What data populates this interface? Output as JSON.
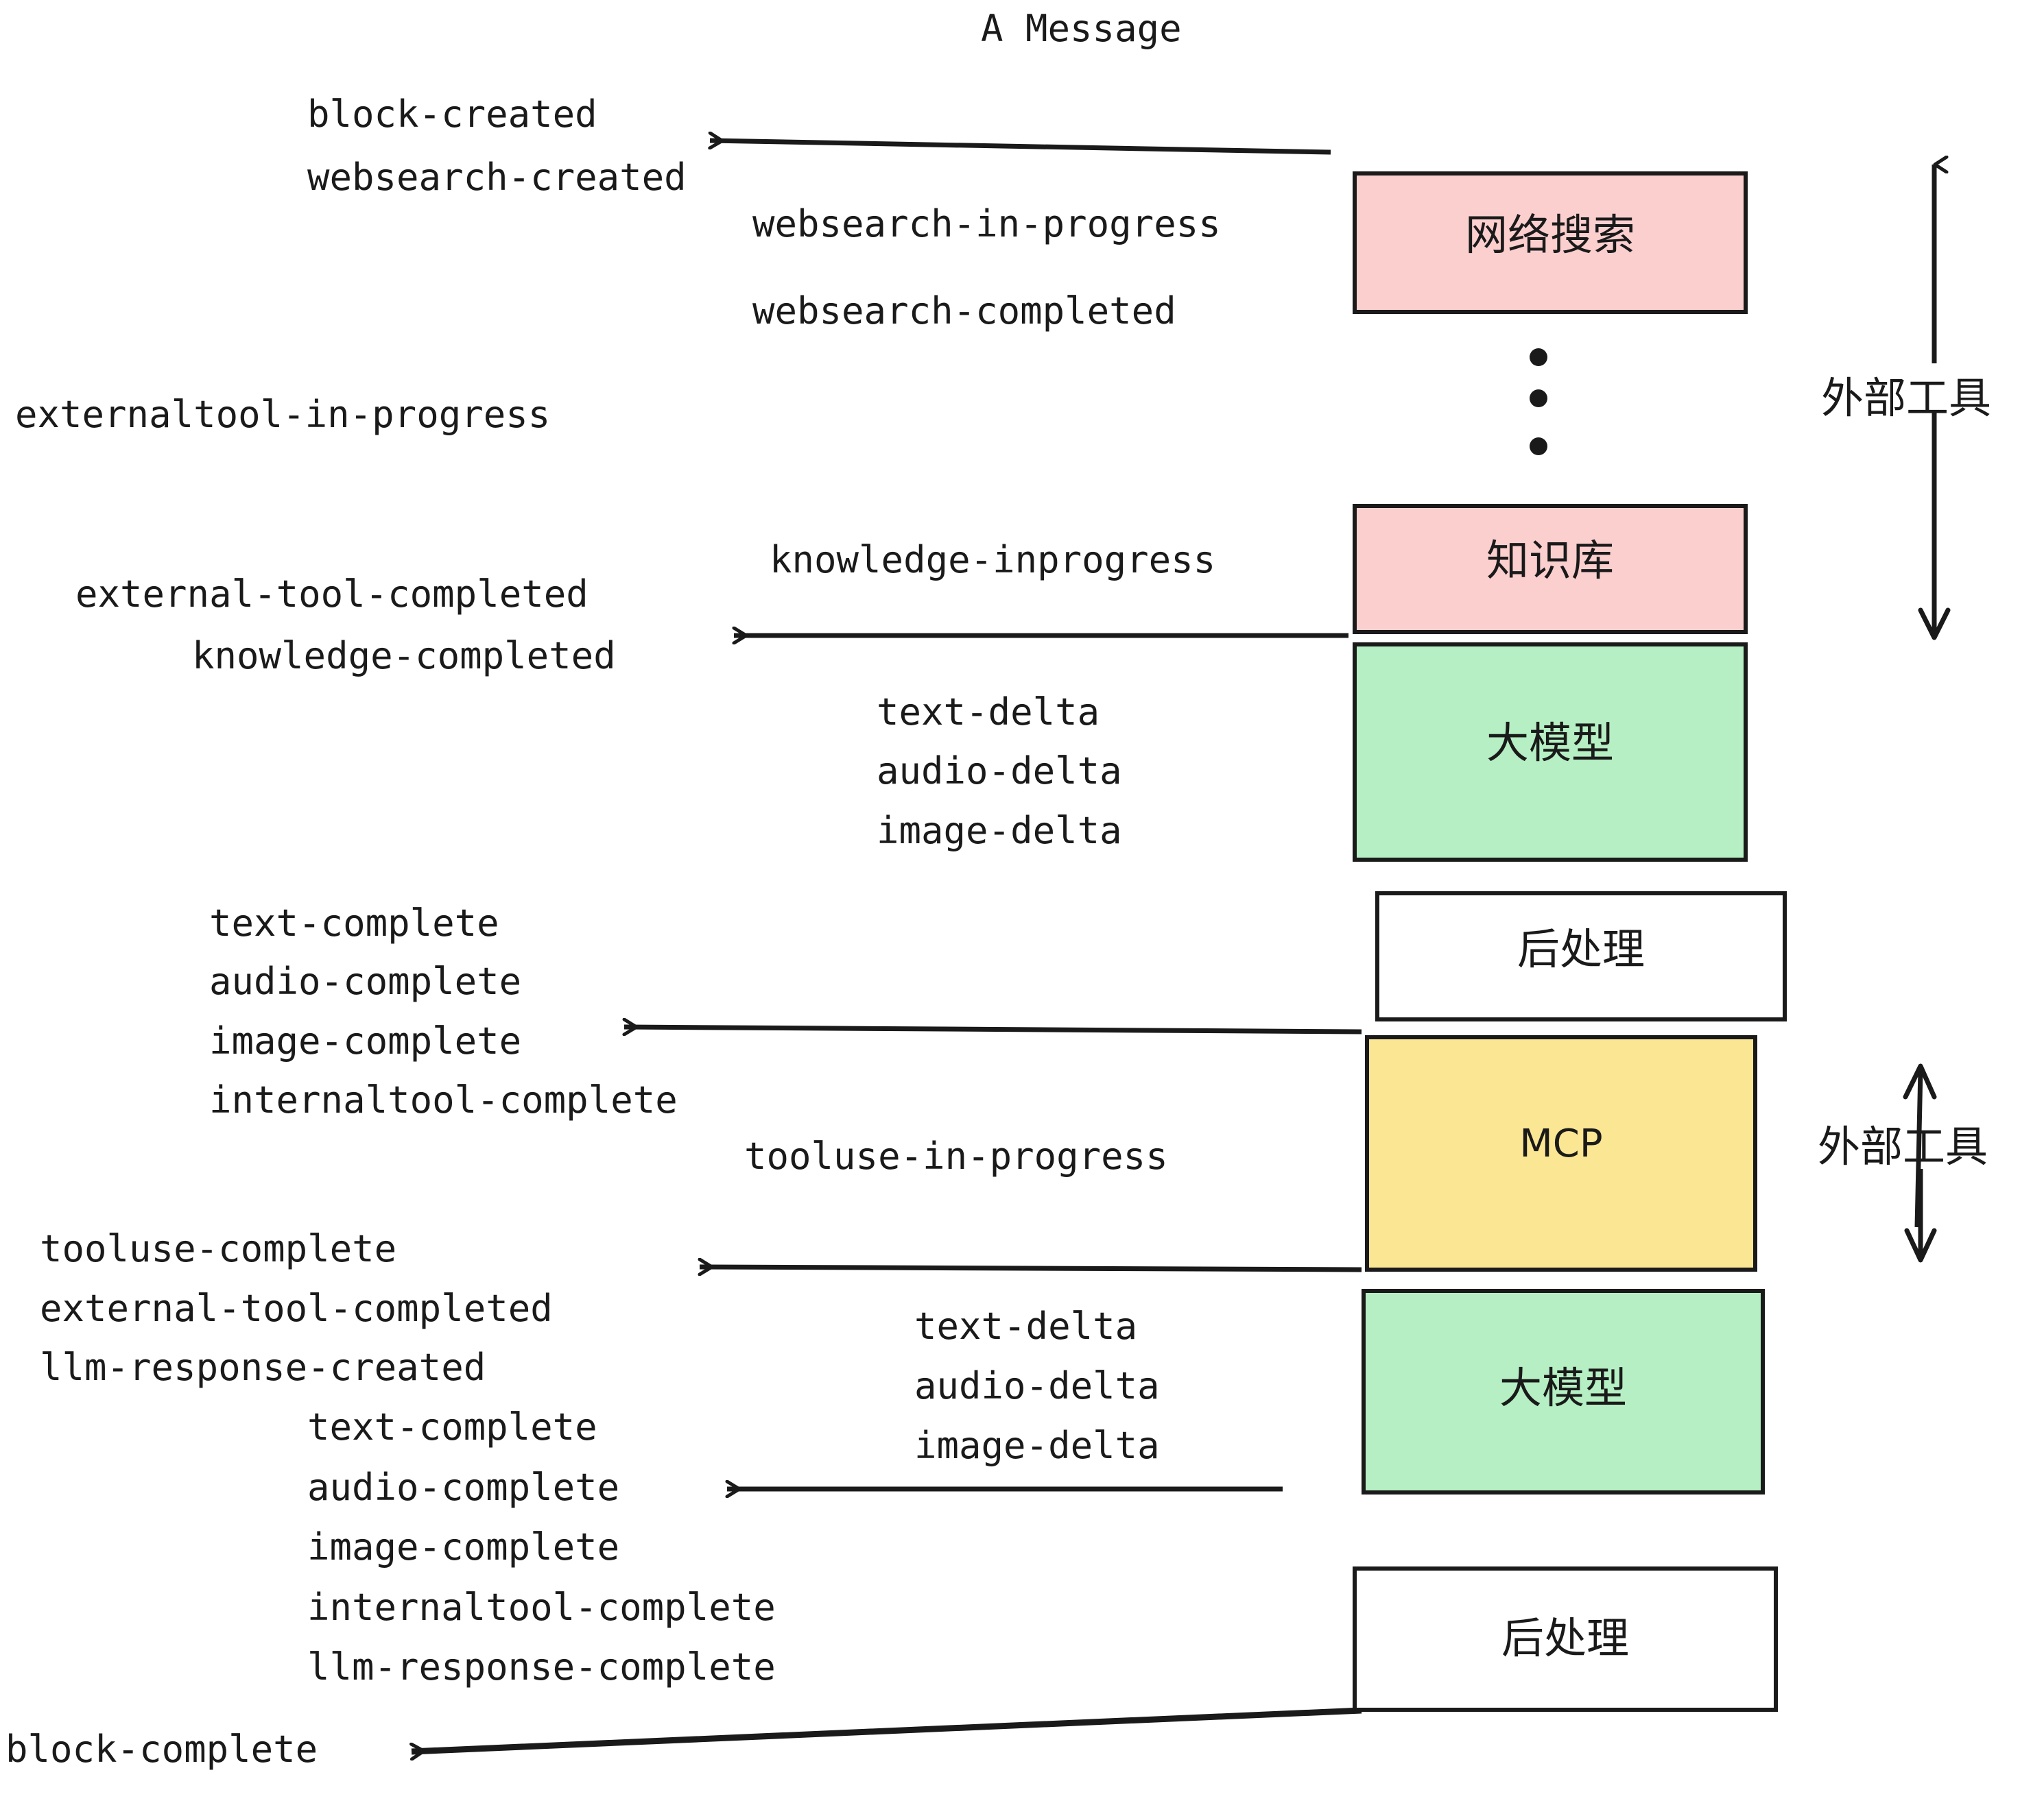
{
  "title": "A Message",
  "boxes": [
    {
      "id": "websearch",
      "label": "网络搜索",
      "color": "#fccfcf",
      "kind": "pink"
    },
    {
      "id": "knowledge",
      "label": "知识库",
      "color": "#fccfcf",
      "kind": "pink"
    },
    {
      "id": "llm-upper",
      "label": "大模型",
      "color": "#b5efc3",
      "kind": "green"
    },
    {
      "id": "postprocess-upper",
      "label": "后处理",
      "color": "#ffffff",
      "kind": "white"
    },
    {
      "id": "mcp",
      "label": "MCP",
      "color": "#fbe693",
      "kind": "yellow"
    },
    {
      "id": "llm-lower",
      "label": "大模型",
      "color": "#b5efc3",
      "kind": "green"
    },
    {
      "id": "postprocess-lower",
      "label": "后处理",
      "color": "#ffffff",
      "kind": "white"
    }
  ],
  "side_labels": {
    "external_tool_top": "外部工具",
    "external_tool_bottom": "外部工具"
  },
  "events": {
    "block_created": "block-created",
    "websearch_created": "websearch-created",
    "websearch_in_progress": "websearch-in-progress",
    "websearch_completed": "websearch-completed",
    "externaltool_in_progress": "externaltool-in-progress",
    "knowledge_inprogress": "knowledge-inprogress",
    "external_tool_completed_1": "external-tool-completed",
    "knowledge_completed": "knowledge-completed",
    "text_delta_1": "text-delta",
    "audio_delta_1": "audio-delta",
    "image_delta_1": "image-delta",
    "text_complete_1": "text-complete",
    "audio_complete_1": "audio-complete",
    "image_complete_1": "image-complete",
    "internaltool_complete_1": "internaltool-complete",
    "tooluse_in_progress": "tooluse-in-progress",
    "tooluse_complete": "tooluse-complete",
    "external_tool_completed_2": "external-tool-completed",
    "llm_response_created": "llm-response-created",
    "text_delta_2": "text-delta",
    "audio_delta_2": "audio-delta",
    "image_delta_2": "image-delta",
    "text_complete_2": "text-complete",
    "audio_complete_2": "audio-complete",
    "image_complete_2": "image-complete",
    "internaltool_complete_2": "internaltool-complete",
    "llm_response_complete": "llm-response-complete",
    "block_complete": "block-complete"
  },
  "ellipsis": "⋮"
}
